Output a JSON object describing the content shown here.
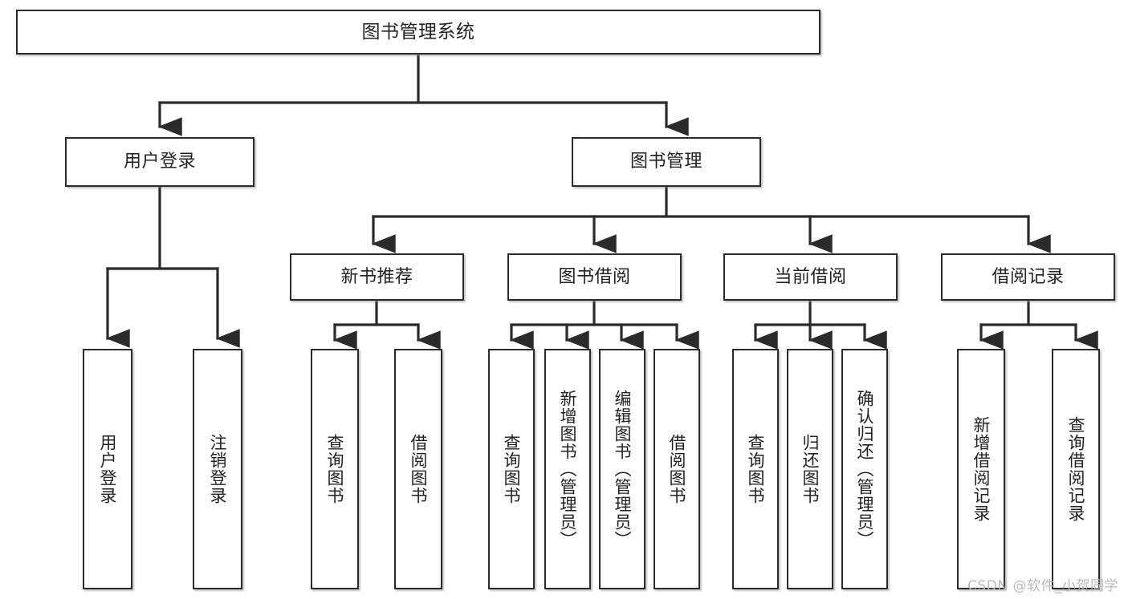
{
  "diagram": {
    "type": "tree-hierarchy-chart",
    "title": "图书管理系统",
    "orientation": "top-down",
    "stroke_color": "#2b2b2b",
    "fill_color": "#ffffff",
    "text_color": "#222222",
    "levels": [
      {
        "level": 1,
        "nodes": [
          {
            "id": "root",
            "label": "图书管理系统",
            "text_direction": "horizontal"
          }
        ]
      },
      {
        "level": 2,
        "nodes": [
          {
            "id": "user-login",
            "label": "用户登录",
            "text_direction": "horizontal",
            "parent": "root"
          },
          {
            "id": "book-management",
            "label": "图书管理",
            "text_direction": "horizontal",
            "parent": "root"
          }
        ]
      },
      {
        "level": 3,
        "nodes": [
          {
            "id": "new-book-recommend",
            "label": "新书推荐",
            "text_direction": "horizontal",
            "parent": "book-management"
          },
          {
            "id": "book-borrow",
            "label": "图书借阅",
            "text_direction": "horizontal",
            "parent": "book-management"
          },
          {
            "id": "current-borrow",
            "label": "当前借阅",
            "text_direction": "horizontal",
            "parent": "book-management"
          },
          {
            "id": "borrow-record",
            "label": "借阅记录",
            "text_direction": "horizontal",
            "parent": "book-management"
          }
        ]
      },
      {
        "level": 4,
        "nodes": [
          {
            "id": "leaf-user-login",
            "label": "用户登录",
            "text_direction": "vertical",
            "parent": "user-login"
          },
          {
            "id": "leaf-logout-login",
            "label": "注销登录",
            "text_direction": "vertical",
            "parent": "user-login"
          },
          {
            "id": "leaf-query-book-1",
            "label": "查询图书",
            "text_direction": "vertical",
            "parent": "new-book-recommend"
          },
          {
            "id": "leaf-borrow-book-1",
            "label": "借阅图书",
            "text_direction": "vertical",
            "parent": "new-book-recommend"
          },
          {
            "id": "leaf-query-book-2",
            "label": "查询图书",
            "text_direction": "vertical",
            "parent": "book-borrow"
          },
          {
            "id": "leaf-add-book-admin",
            "label": "新增图书（管理员）",
            "text_direction": "vertical",
            "parent": "book-borrow"
          },
          {
            "id": "leaf-edit-book-admin",
            "label": "编辑图书（管理员）",
            "text_direction": "vertical",
            "parent": "book-borrow"
          },
          {
            "id": "leaf-borrow-book-2",
            "label": "借阅图书",
            "text_direction": "vertical",
            "parent": "book-borrow"
          },
          {
            "id": "leaf-query-book-3",
            "label": "查询图书",
            "text_direction": "vertical",
            "parent": "current-borrow"
          },
          {
            "id": "leaf-return-book",
            "label": "归还图书",
            "text_direction": "vertical",
            "parent": "current-borrow"
          },
          {
            "id": "leaf-confirm-return-admin",
            "label": "确认归还（管理员）",
            "text_direction": "vertical",
            "parent": "current-borrow"
          },
          {
            "id": "leaf-add-borrow-record",
            "label": "新增借阅记录",
            "text_direction": "vertical",
            "parent": "borrow-record"
          },
          {
            "id": "leaf-query-borrow-record",
            "label": "查询借阅记录",
            "text_direction": "vertical",
            "parent": "borrow-record"
          }
        ]
      }
    ]
  },
  "watermark": {
    "text": "CSDN @软件_小贺同学"
  }
}
